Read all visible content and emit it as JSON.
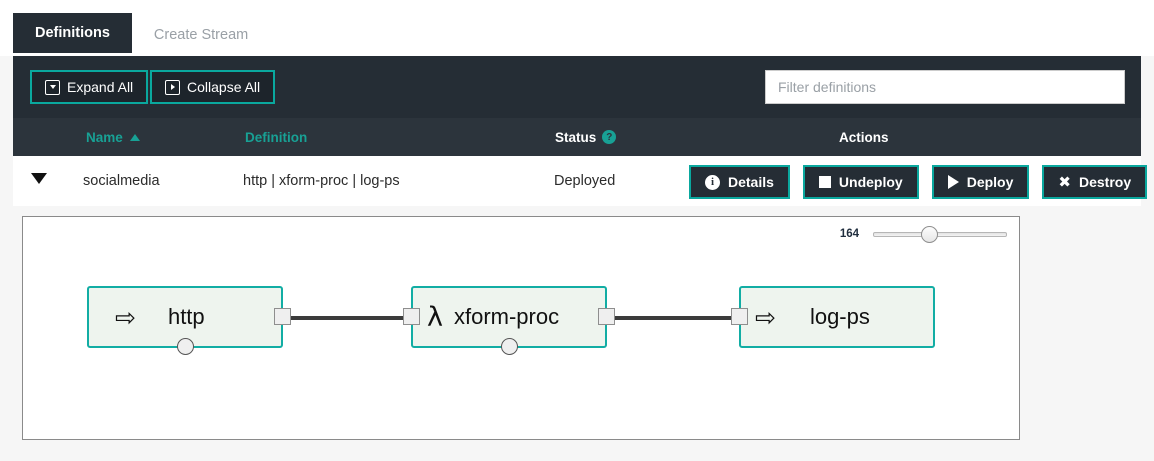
{
  "tabs": [
    {
      "label": "Definitions",
      "active": true
    },
    {
      "label": "Create Stream",
      "active": false
    }
  ],
  "toolbar": {
    "expand_all_label": "Expand All",
    "collapse_all_label": "Collapse All",
    "expand_icon": "boxed-caret-down-icon",
    "collapse_icon": "boxed-caret-right-icon",
    "filter_placeholder": "Filter definitions",
    "filter_value": ""
  },
  "table": {
    "columns": [
      {
        "label": "Name",
        "sort": "asc",
        "color": "#18a195"
      },
      {
        "label": "Definition",
        "color": "#18a195"
      },
      {
        "label": "Status",
        "help": "?",
        "color": "#ffffff"
      },
      {
        "label": "Actions",
        "color": "#ffffff"
      }
    ],
    "rows": [
      {
        "expanded": true,
        "name": "socialmedia",
        "definition": "http | xform-proc | log-ps",
        "status": "Deployed",
        "actions": [
          {
            "label": "Details",
            "icon": "info-icon"
          },
          {
            "label": "Undeploy",
            "icon": "stop-square-icon"
          },
          {
            "label": "Deploy",
            "icon": "play-triangle-icon"
          },
          {
            "label": "Destroy",
            "icon": "close-x-icon"
          }
        ]
      }
    ]
  },
  "diagram": {
    "zoom_value": "164",
    "nodes": [
      {
        "id": "http",
        "label": "http",
        "glyph": "⇨",
        "type": "source",
        "has_input": false,
        "has_output": true,
        "has_handle": true
      },
      {
        "id": "xform",
        "label": "xform-proc",
        "glyph": "λ",
        "type": "processor",
        "has_input": true,
        "has_output": true,
        "has_handle": true
      },
      {
        "id": "logps",
        "label": "log-ps",
        "glyph": "⇨",
        "type": "sink",
        "has_input": true,
        "has_output": false,
        "has_handle": false
      }
    ],
    "links": [
      {
        "from": "http",
        "to": "xform"
      },
      {
        "from": "xform",
        "to": "logps"
      }
    ]
  },
  "colors": {
    "accent_teal": "#0aa89e",
    "panel_dark": "#252d35",
    "header_dark": "#2c343c",
    "node_fill": "#eef4ee",
    "node_border": "#12ada4",
    "page_bg": "#f6f6f6"
  }
}
